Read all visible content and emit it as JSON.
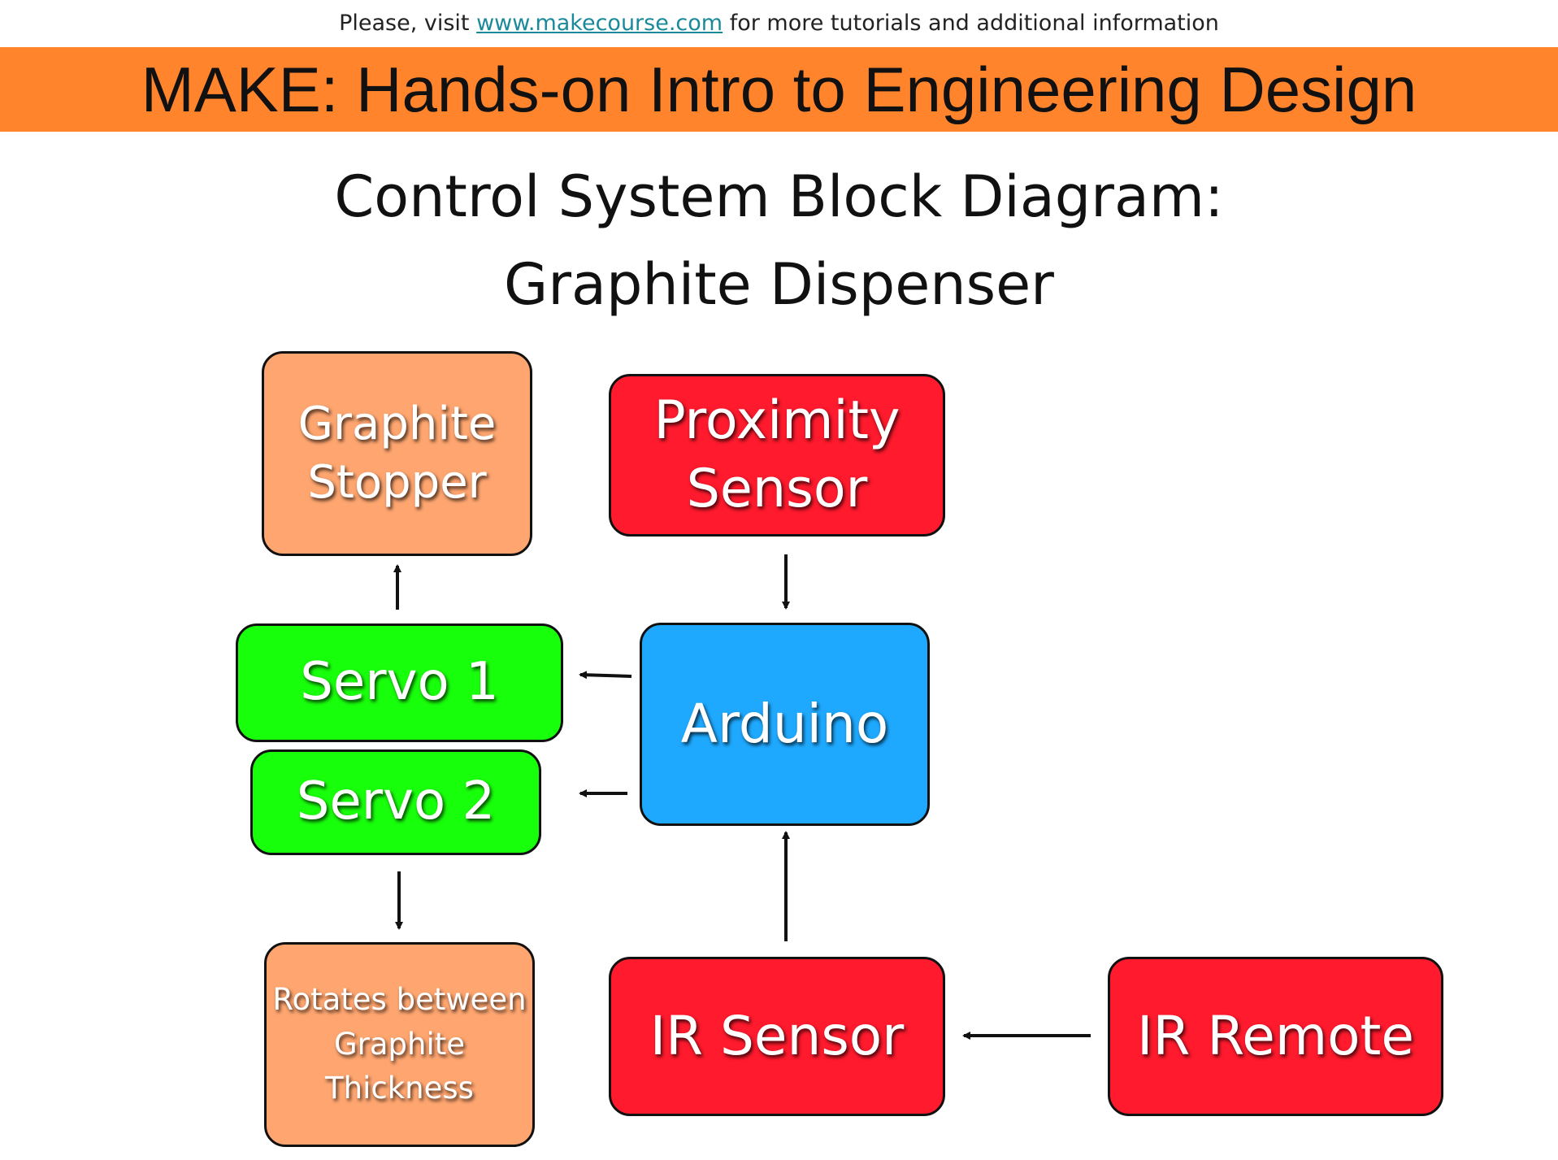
{
  "top_note": {
    "prefix": "Please, visit ",
    "link": "www.makecourse.com",
    "suffix": " for more tutorials and additional information"
  },
  "banner": {
    "title": "MAKE: Hands-on Intro to Engineering Design"
  },
  "slide": {
    "title_line1": "Control System Block Diagram:",
    "title_line2": "Graphite Dispenser"
  },
  "colors": {
    "banner": "#ff842c",
    "stopper_block": "#ffa670",
    "sensor_block": "#ff1a2d",
    "servo_block": "#18ff0c",
    "controller_block": "#1ea9ff",
    "link": "#1a8a9a"
  },
  "blocks": {
    "graphite_stopper": {
      "line1": "Graphite",
      "line2": "Stopper"
    },
    "proximity_sensor": {
      "line1": "Proximity",
      "line2": "Sensor"
    },
    "servo1": {
      "label": "Servo 1"
    },
    "servo2": {
      "label": "Servo 2"
    },
    "arduino": {
      "label": "Arduino"
    },
    "rotates": {
      "line1": "Rotates between",
      "line2": "Graphite",
      "line3": "Thickness"
    },
    "ir_sensor": {
      "label": "IR Sensor"
    },
    "ir_remote": {
      "label": "IR Remote"
    }
  }
}
